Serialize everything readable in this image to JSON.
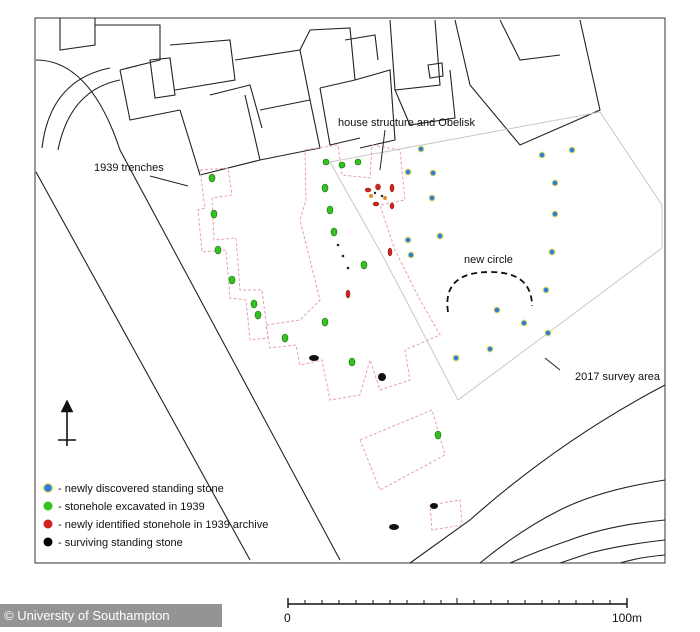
{
  "labels": {
    "trenches_1939": "1939 trenches",
    "house_obelisk": "house structure and Obelisk",
    "new_circle": "new circle",
    "survey_area": "2017 survey area"
  },
  "legend": {
    "items": [
      {
        "label": "- newly discovered standing stone",
        "color": "#2e7fd0"
      },
      {
        "label": "- stonehole excavated in 1939",
        "color": "#33c21f"
      },
      {
        "label": "- newly identified stonehole in 1939 archive",
        "color": "#d0251c"
      },
      {
        "label": "- surviving standing stone",
        "color": "#000000"
      }
    ]
  },
  "scale_bar": {
    "start_label": "0",
    "end_label": "100m"
  },
  "credit": "© University of Southampton",
  "colors": {
    "trench_outline": "#e8a0a8",
    "survey_outline": "#c8c8c8",
    "building_outline": "#222222"
  }
}
